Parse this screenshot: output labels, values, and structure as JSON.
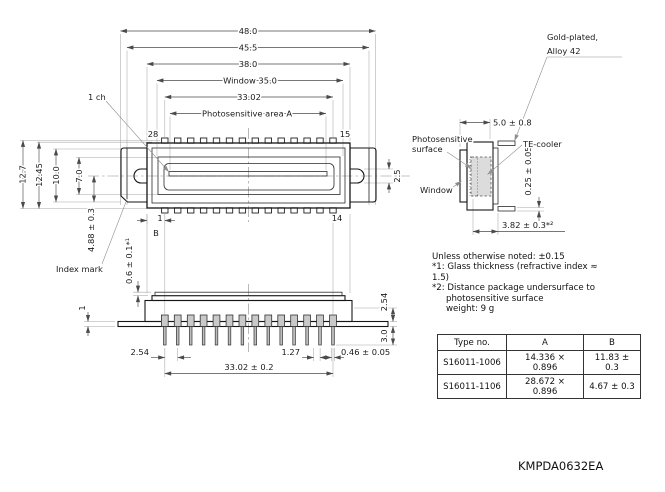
{
  "doc_number": "KMPDA0632EA",
  "colors": {
    "line": "#161616",
    "dim": "#4a4a4a",
    "ext": "#a8a8a8",
    "pin_fill": "#c9c9c9",
    "cooler_fill": "#dcdcdc"
  },
  "top_view": {
    "channel_label": "1 ch",
    "index_mark_label": "Index mark",
    "pin_28": "28",
    "pin_15": "15",
    "pin_1": "1",
    "pin_14": "14",
    "dim_overall": "48.0",
    "dim_lead_frame": "45.5",
    "dim_body": "38.0",
    "dim_window": "Window 35.0",
    "dim_pin_span": "33.02",
    "dim_photo_area": "Photosensitive area A",
    "dim_height_overall": "12.7",
    "dim_height_frame": "12.45",
    "dim_height_tab": "10.0",
    "dim_height_window": "7.0",
    "dim_center_offset": "4.88 ± 0.3",
    "dim_notch": "2.5",
    "dim_b": "B"
  },
  "side_view": {
    "dim_flange": "1",
    "dim_glass_step": "0.6 ± 0.1*¹",
    "dim_pitch": "2.54",
    "dim_half_pitch": "1.27",
    "dim_lead_width": "0.46 ± 0.05",
    "dim_pin_span": "33.02 ± 0.2",
    "dim_body_height": "2.54",
    "dim_lead_length": "3.0"
  },
  "detail_view": {
    "label_gold_1": "Gold-plated,",
    "label_gold_2": "Alloy 42",
    "label_te_cooler": "TE-cooler",
    "label_photo_1": "Photosensitive",
    "label_photo_2": "surface",
    "label_window": "Window",
    "dim_lead": "5.0 ± 0.8",
    "dim_standoff": "0.25 ± 0.05",
    "dim_undersurface": "3.82 ± 0.3*²"
  },
  "notes": {
    "l1": "Unless otherwise noted: ±0.15",
    "l2": "*1: Glass thickness (refractive index ≈",
    "l3": "1.5)",
    "l4": "*2: Distance package undersurface to",
    "l5": "photosensitive surface",
    "l6": "weight: 9 g"
  },
  "table": {
    "headers": [
      "Type no.",
      "A",
      "B"
    ],
    "rows": [
      [
        "S16011-1006",
        "14.336 × 0.896",
        "11.83 ± 0.3"
      ],
      [
        "S16011-1106",
        "28.672 × 0.896",
        "4.67 ± 0.3"
      ]
    ]
  }
}
